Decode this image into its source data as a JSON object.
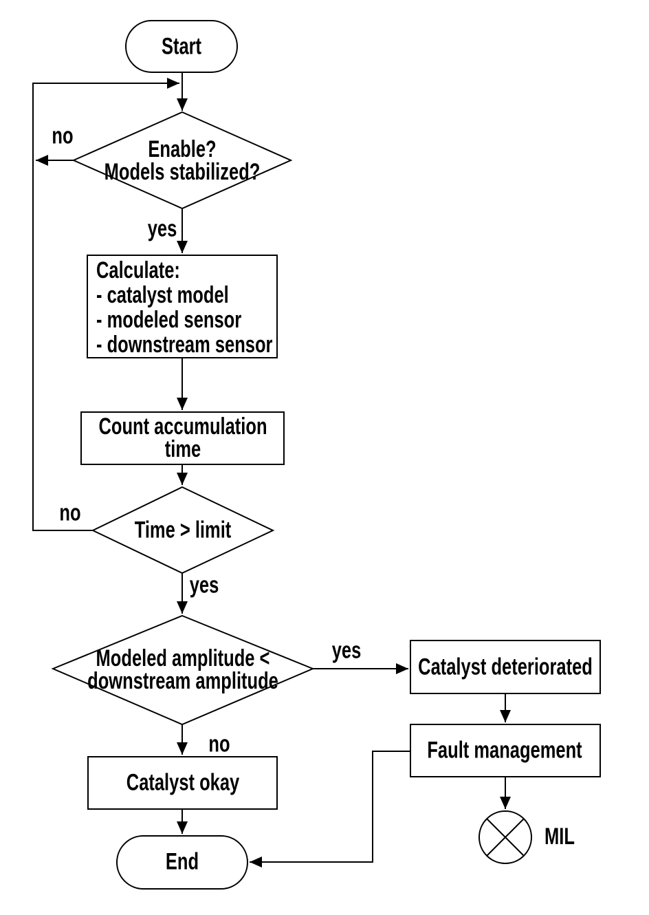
{
  "diagram": {
    "background": "#ffffff",
    "line_color": "#000000",
    "nodes": {
      "start": {
        "type": "terminator",
        "label": "Start"
      },
      "enable_check": {
        "type": "decision",
        "lines": [
          "Enable?",
          "Models stabilized?"
        ]
      },
      "calculate": {
        "type": "process",
        "lines": [
          "Calculate:",
          "- catalyst model",
          "- modeled sensor",
          "- downstream sensor"
        ]
      },
      "count_time": {
        "type": "process",
        "lines": [
          "Count accumulation",
          "time"
        ]
      },
      "time_limit": {
        "type": "decision",
        "label": "Time > limit"
      },
      "amplitude_check": {
        "type": "decision",
        "lines": [
          "Modeled amplitude <",
          "downstream amplitude"
        ]
      },
      "catalyst_deteriorated": {
        "type": "process",
        "label": "Catalyst deteriorated"
      },
      "fault_management": {
        "type": "process",
        "label": "Fault management"
      },
      "mil_indicator": {
        "type": "indicator",
        "label": "MIL"
      },
      "catalyst_okay": {
        "type": "process",
        "label": "Catalyst okay"
      },
      "end": {
        "type": "terminator",
        "label": "End"
      }
    },
    "edge_labels": {
      "enable_no": "no",
      "enable_yes": "yes",
      "time_no": "no",
      "time_yes": "yes",
      "amplitude_yes": "yes",
      "amplitude_no": "no"
    }
  }
}
